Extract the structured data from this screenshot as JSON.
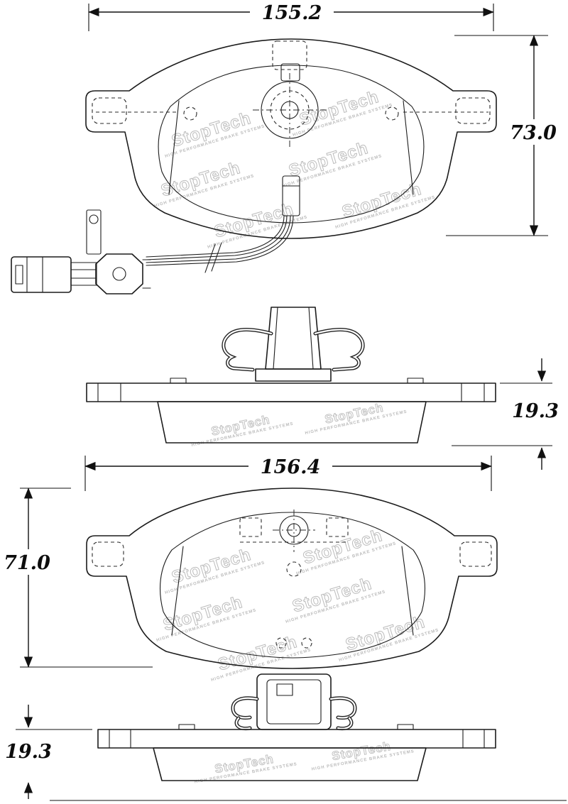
{
  "watermark": {
    "brand": "StopTech",
    "tagline": "HIGH PERFORMANCE BRAKE SYSTEMS"
  },
  "dimensions": {
    "pad1_width": "155.2",
    "pad1_height": "73.0",
    "pad1_thickness": "19.3",
    "pad2_width": "156.4",
    "pad2_height": "71.0",
    "pad2_thickness": "19.3"
  }
}
